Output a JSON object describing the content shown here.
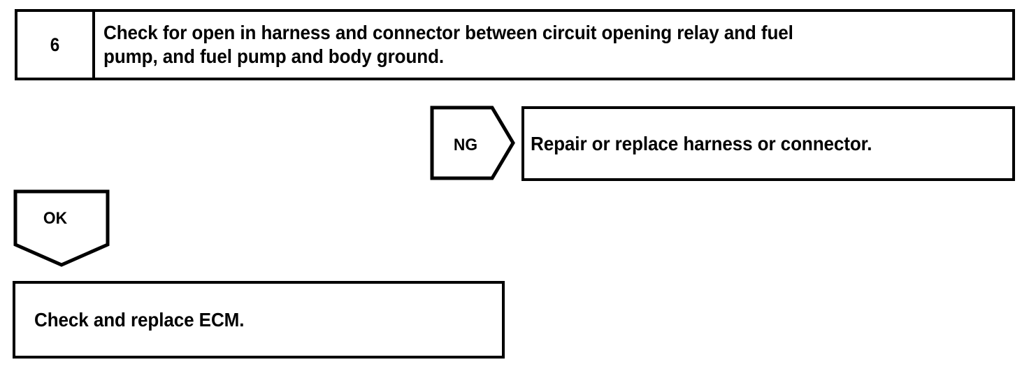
{
  "diagram": {
    "type": "troubleshooting-flowchart",
    "line_color": "#000000",
    "background_color": "#ffffff",
    "step": {
      "number": "6",
      "instruction": "Check for open in harness and connector between circuit opening relay and fuel\npump, and fuel pump and body ground."
    },
    "branches": [
      {
        "label": "NG",
        "direction": "right",
        "result": "Repair or replace harness or connector."
      },
      {
        "label": "OK",
        "direction": "down",
        "result": "Check and replace ECM."
      }
    ],
    "ng_result_text": "Repair or replace harness or connector.",
    "ok_result_text": "Check and replace ECM."
  }
}
